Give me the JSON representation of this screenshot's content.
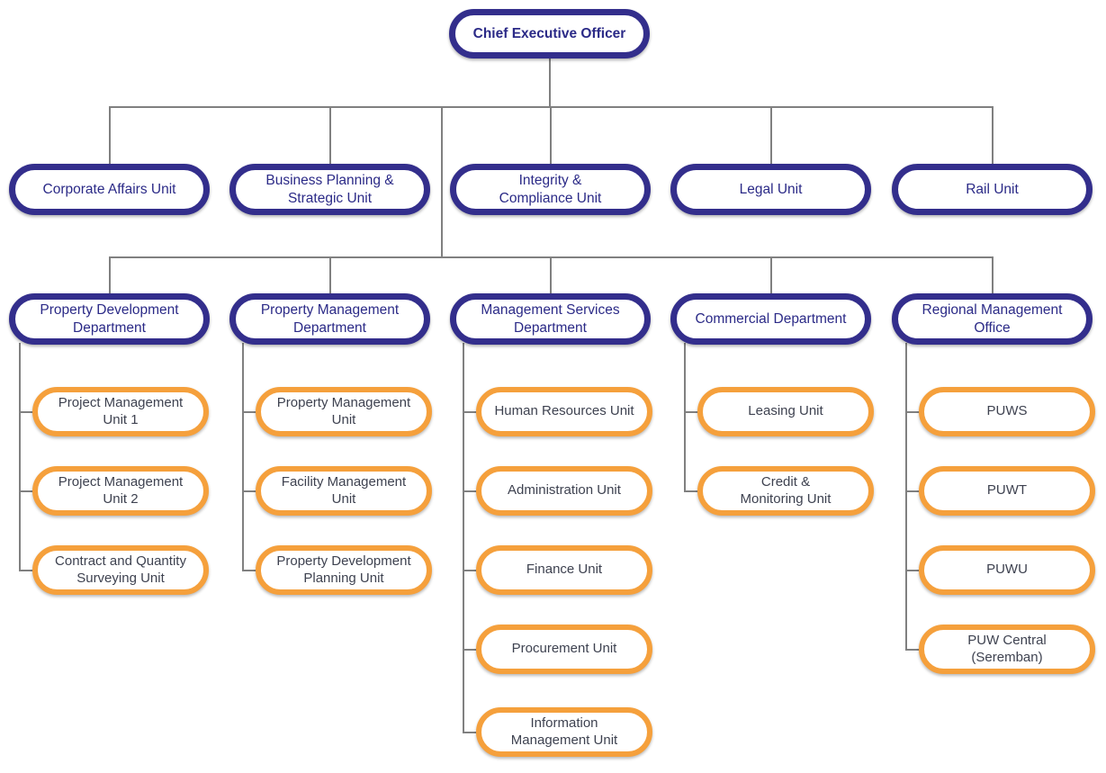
{
  "meta": {
    "title": "Organisation Chart",
    "colors": {
      "navy_border": "#332E8C",
      "navy_text": "#2B2A87",
      "orange_border": "#F5A03C",
      "unit_text": "#3E4250",
      "connector": "#808080",
      "background": "#FFFFFF"
    }
  },
  "chart_data": {
    "type": "diagram",
    "subtype": "organisation-chart",
    "root": "Chief Executive Officer",
    "levels": 4
  },
  "root": {
    "label": "Chief Executive Officer"
  },
  "level2": [
    {
      "label": "Corporate Affairs Unit"
    },
    {
      "label": "Business Planning &\nStrategic Unit"
    },
    {
      "label": "Integrity &\nCompliance Unit"
    },
    {
      "label": "Legal Unit"
    },
    {
      "label": "Rail Unit"
    }
  ],
  "departments": [
    {
      "label": "Property Development\nDepartment",
      "units": [
        {
          "label": "Project Management\nUnit 1"
        },
        {
          "label": "Project Management\nUnit 2"
        },
        {
          "label": "Contract and Quantity\nSurveying Unit"
        }
      ]
    },
    {
      "label": "Property Management\nDepartment",
      "units": [
        {
          "label": "Property Management\nUnit"
        },
        {
          "label": "Facility Management\nUnit"
        },
        {
          "label": "Property Development\nPlanning Unit"
        }
      ]
    },
    {
      "label": "Management Services\nDepartment",
      "units": [
        {
          "label": "Human Resources Unit"
        },
        {
          "label": "Administration Unit"
        },
        {
          "label": "Finance Unit"
        },
        {
          "label": "Procurement Unit"
        },
        {
          "label": "Information\nManagement Unit"
        }
      ]
    },
    {
      "label": "Commercial Department",
      "units": [
        {
          "label": "Leasing Unit"
        },
        {
          "label": "Credit &\nMonitoring Unit"
        }
      ]
    },
    {
      "label": "Regional Management\nOffice",
      "units": [
        {
          "label": "PUWS"
        },
        {
          "label": "PUWT"
        },
        {
          "label": "PUWU"
        },
        {
          "label": "PUW Central\n(Seremban)"
        }
      ]
    }
  ]
}
